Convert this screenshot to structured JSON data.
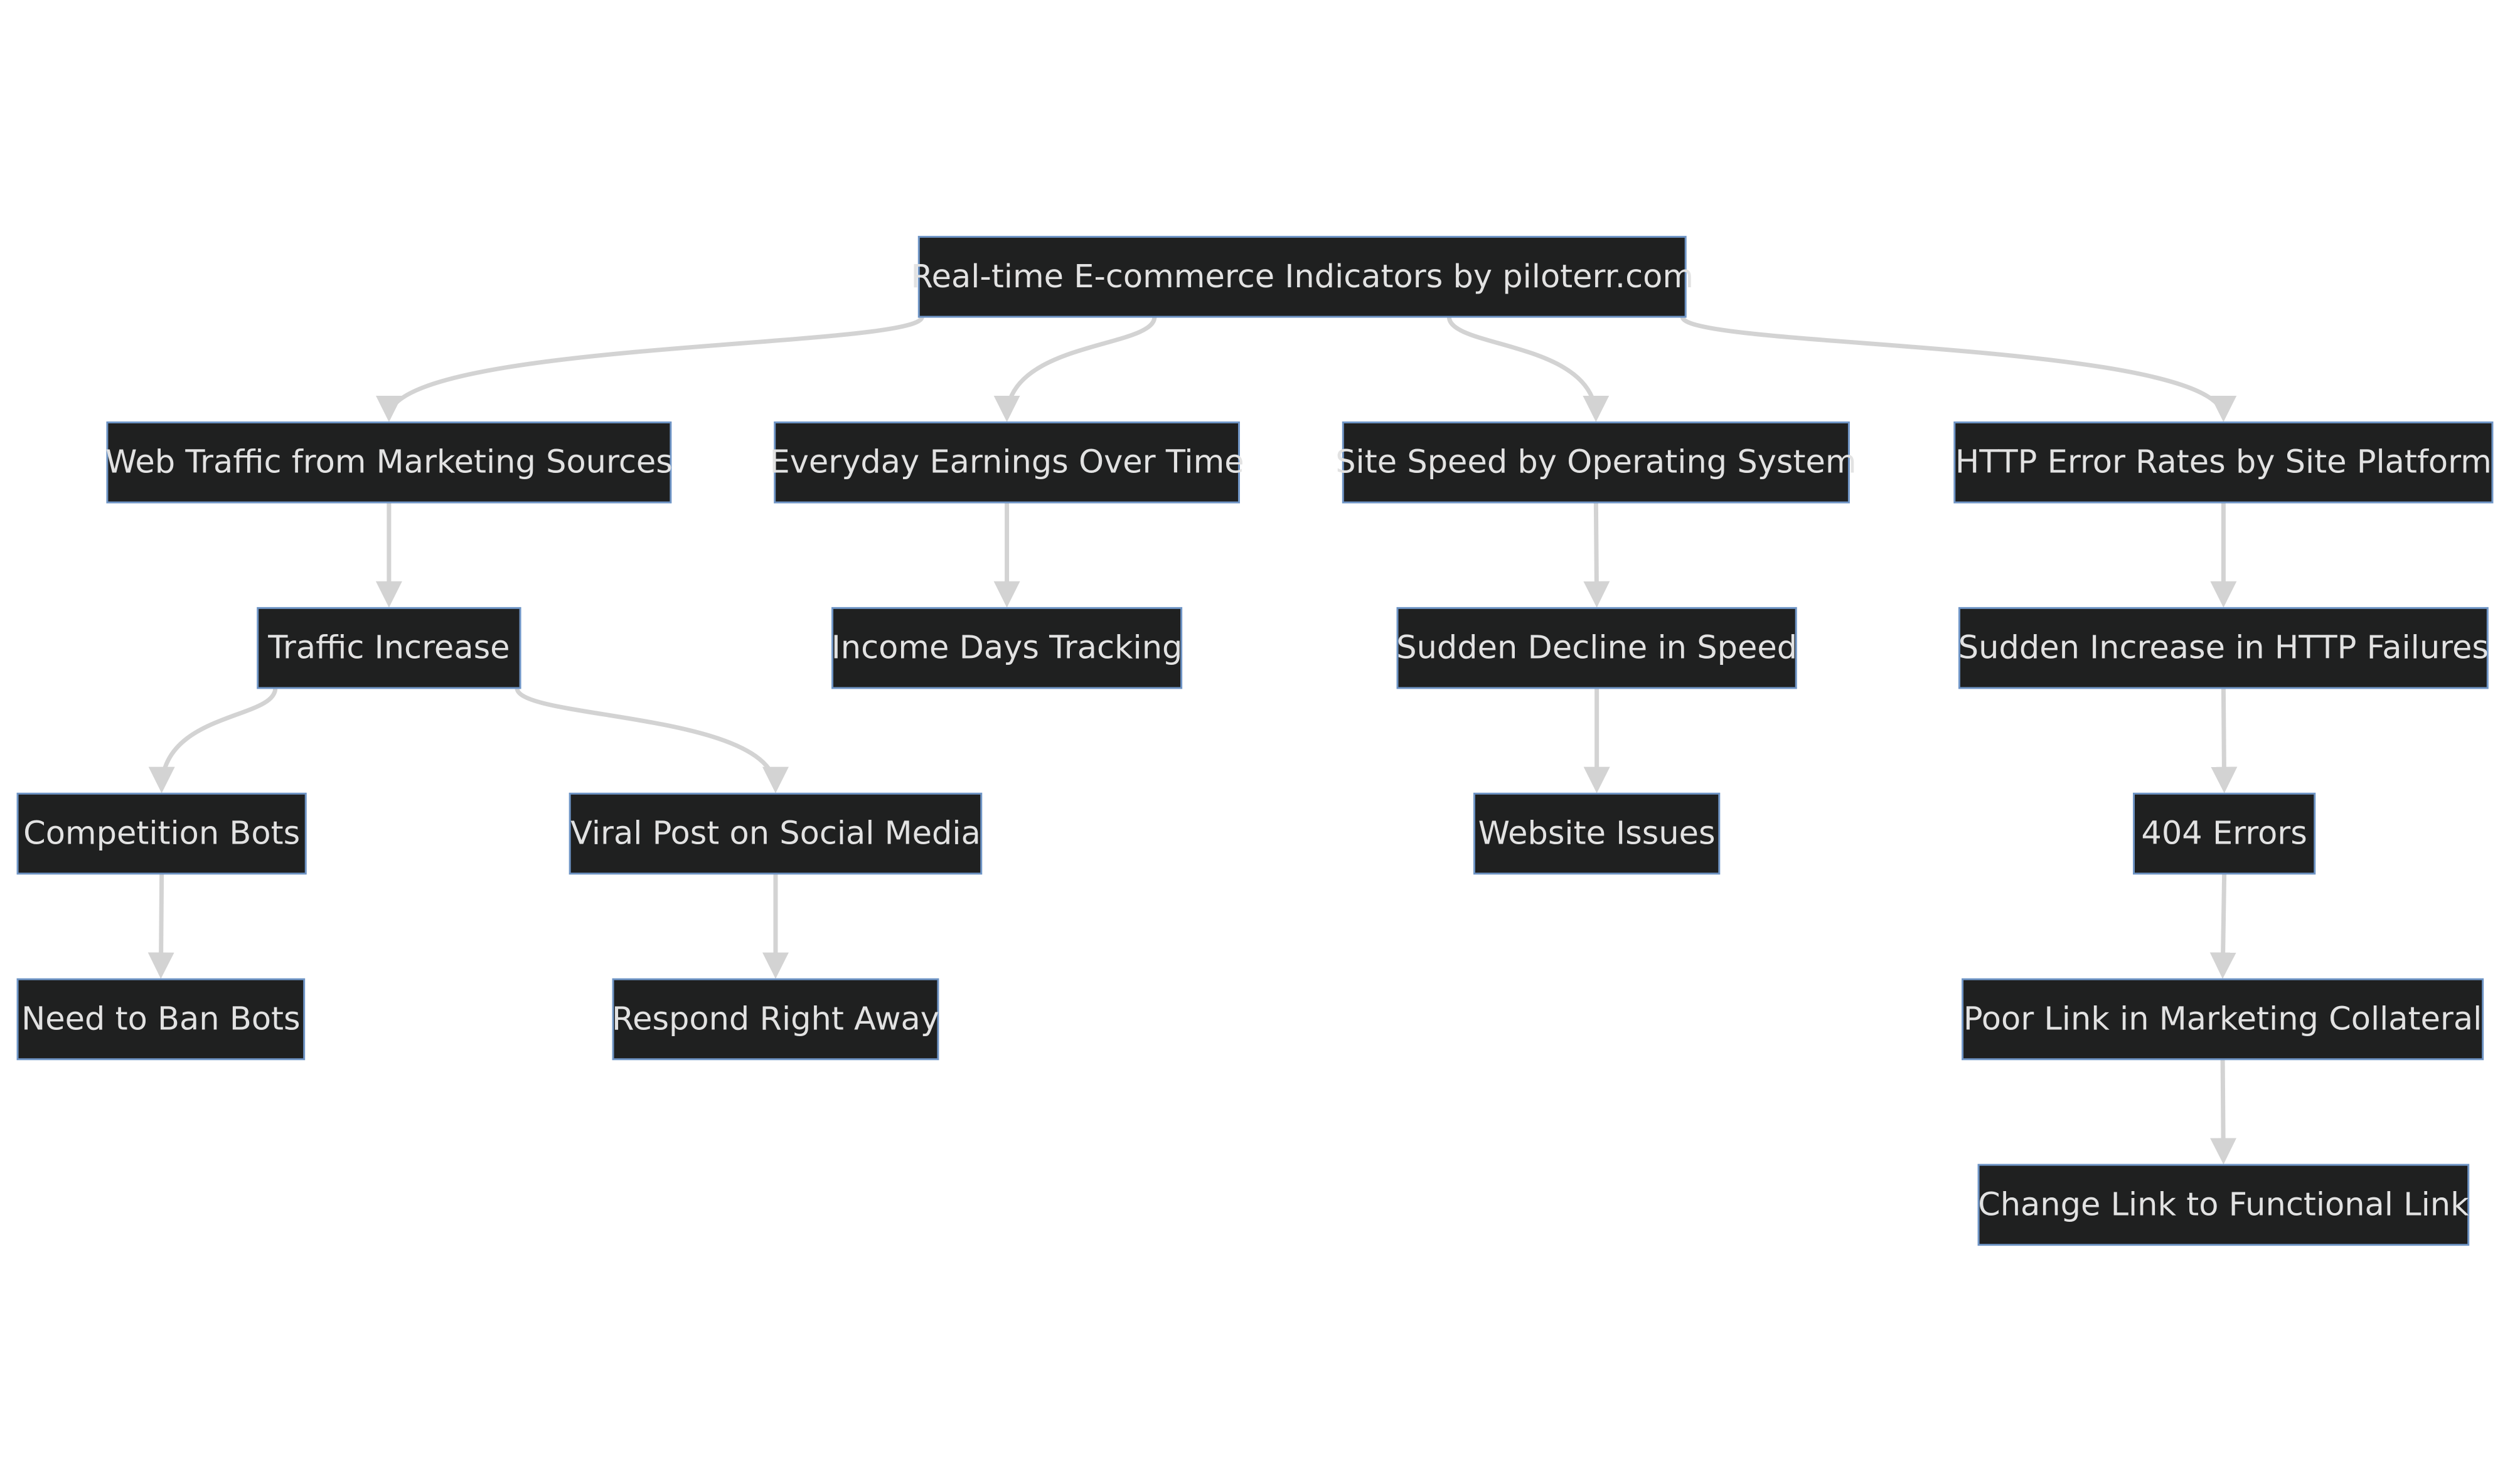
{
  "diagram": {
    "nodes": [
      {
        "id": "root",
        "label": "Real-time E-commerce Indicators by piloterr.com"
      },
      {
        "id": "web_traffic",
        "label": "Web Traffic from Marketing Sources"
      },
      {
        "id": "earnings",
        "label": "Everyday Earnings Over Time"
      },
      {
        "id": "site_speed",
        "label": "Site Speed by Operating System"
      },
      {
        "id": "http_errors",
        "label": "HTTP Error Rates by Site Platform"
      },
      {
        "id": "traffic_increase",
        "label": "Traffic Increase"
      },
      {
        "id": "income_days",
        "label": "Income Days Tracking"
      },
      {
        "id": "speed_decline",
        "label": "Sudden Decline in Speed"
      },
      {
        "id": "http_failures",
        "label": "Sudden Increase in HTTP Failures"
      },
      {
        "id": "competition_bots",
        "label": "Competition Bots"
      },
      {
        "id": "viral_post",
        "label": "Viral Post on Social Media"
      },
      {
        "id": "website_issues",
        "label": "Website Issues"
      },
      {
        "id": "errors_404",
        "label": "404 Errors"
      },
      {
        "id": "ban_bots",
        "label": "Need to Ban Bots"
      },
      {
        "id": "respond",
        "label": "Respond Right Away"
      },
      {
        "id": "poor_link",
        "label": "Poor Link in Marketing Collateral"
      },
      {
        "id": "change_link",
        "label": "Change Link to Functional Link"
      }
    ],
    "edges": [
      {
        "from": "root",
        "to": "web_traffic"
      },
      {
        "from": "root",
        "to": "earnings"
      },
      {
        "from": "root",
        "to": "site_speed"
      },
      {
        "from": "root",
        "to": "http_errors"
      },
      {
        "from": "web_traffic",
        "to": "traffic_increase"
      },
      {
        "from": "earnings",
        "to": "income_days"
      },
      {
        "from": "site_speed",
        "to": "speed_decline"
      },
      {
        "from": "http_errors",
        "to": "http_failures"
      },
      {
        "from": "traffic_increase",
        "to": "competition_bots"
      },
      {
        "from": "traffic_increase",
        "to": "viral_post"
      },
      {
        "from": "speed_decline",
        "to": "website_issues"
      },
      {
        "from": "http_failures",
        "to": "errors_404"
      },
      {
        "from": "competition_bots",
        "to": "ban_bots"
      },
      {
        "from": "viral_post",
        "to": "respond"
      },
      {
        "from": "errors_404",
        "to": "poor_link"
      },
      {
        "from": "poor_link",
        "to": "change_link"
      }
    ]
  }
}
